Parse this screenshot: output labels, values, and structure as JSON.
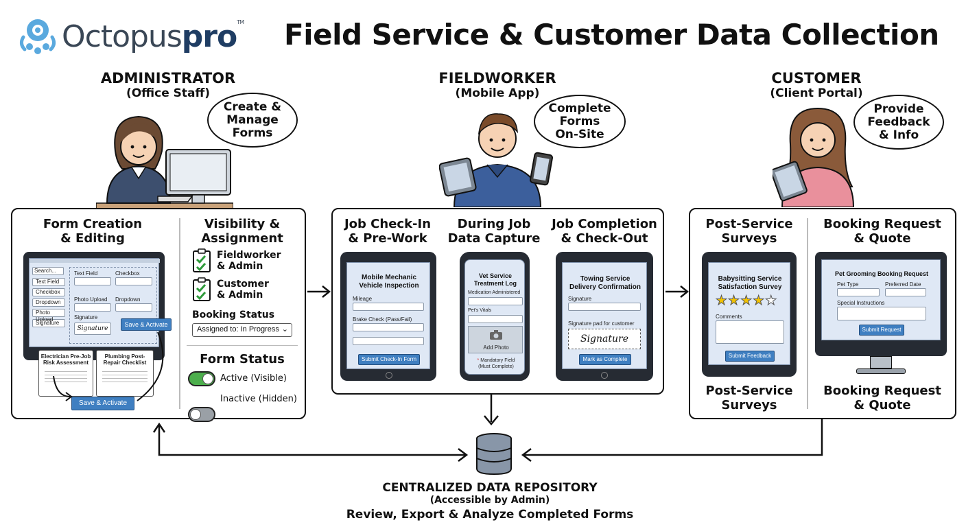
{
  "header": {
    "logo_main": "Octopus",
    "logo_bold": "pro",
    "logo_tm": "TM",
    "title": "Field Service & Customer Data Collection"
  },
  "roles": {
    "admin": {
      "title": "ADMINISTRATOR",
      "subtitle": "(Office Staff)",
      "bubble": [
        "Create &",
        "Manage",
        "Forms"
      ]
    },
    "field": {
      "title": "FIELDWORKER",
      "subtitle": "(Mobile App)",
      "bubble": [
        "Complete",
        "Forms",
        "On-Site"
      ]
    },
    "customer": {
      "title": "CUSTOMER",
      "subtitle": "(Client Portal)",
      "bubble": [
        "Provide",
        "Feedback",
        "& Info"
      ]
    }
  },
  "admin_panel": {
    "creation_heading": [
      "Form Creation",
      "& Editing"
    ],
    "builder": {
      "search": "Search...",
      "palette": [
        "Text Field",
        "Checkbox",
        "Dropdown",
        "Photo Upload",
        "Signature"
      ],
      "text_field": "Text Field",
      "checkbox": "Checkbox",
      "photo_upload": "Photo Upload",
      "dropdown": "Dropdown",
      "signature": "Signature",
      "signature_script": "Signature",
      "save_button": "Save & Activate"
    },
    "template_1": [
      "Electrician Pre-Job",
      "Risk Assessment"
    ],
    "template_2": [
      "Plumbing Post-",
      "Repair Checklist"
    ],
    "save_button_2": "Save & Activate",
    "visibility_heading": [
      "Visibility &",
      "Assignment"
    ],
    "assign_1": [
      "Fieldworker",
      "& Admin"
    ],
    "assign_2": [
      "Customer",
      "& Admin"
    ],
    "booking_status_label": "Booking Status",
    "booking_status_value": "Assigned to: In Progress",
    "form_status_label": "Form Status",
    "status_active": "Active (Visible)",
    "status_inactive": "Inactive (Hidden)"
  },
  "field_panel": {
    "col1_heading": [
      "Job Check-In",
      "& Pre-Work"
    ],
    "col2_heading": [
      "During Job",
      "Data Capture"
    ],
    "col3_heading": [
      "Job Completion",
      "& Check-Out"
    ],
    "tablet1": {
      "title": [
        "Mobile Mechanic",
        "Vehicle Inspection"
      ],
      "mileage": "Mileage",
      "brake": "Brake Check (Pass/Fail)",
      "button": "Submit Check-In Form"
    },
    "phone": {
      "title": [
        "Vet Service",
        "Treatment Log"
      ],
      "medication": "Medication Administered",
      "vitals": "Pet's Vitals",
      "photo": "Add Photo",
      "mandatory": [
        "Mandatory Field",
        "(Must Complete)"
      ]
    },
    "tablet3": {
      "title": [
        "Towing Service",
        "Delivery Confirmation"
      ],
      "signature": "Signature",
      "pad_label": "Signature pad for customer",
      "pad_script": "Signature",
      "button": "Mark as Complete"
    }
  },
  "customer_panel": {
    "col1_heading": [
      "Post-Service",
      "Surveys"
    ],
    "col2_heading": [
      "Booking Request",
      "& Quote"
    ],
    "survey": {
      "title": [
        "Babysitting Service",
        "Satisfaction Survey"
      ],
      "rating": 4,
      "rating_max": 5,
      "comments": "Comments",
      "button": "Submit Feedback"
    },
    "booking": {
      "title": "Pet Grooming Booking Request",
      "pet_type": "Pet Type",
      "preferred_date": "Preferred Date",
      "special": "Special Instructions",
      "button": "Submit Request"
    },
    "col1_footer": [
      "Post-Service",
      "Surveys"
    ],
    "col2_footer": [
      "Booking Request",
      "& Quote"
    ]
  },
  "repository": {
    "title": "CENTRALIZED DATA REPOSITORY",
    "subtitle": "(Accessible by Admin)",
    "description": "Review, Export & Analyze Completed Forms"
  },
  "colors": {
    "accent_blue": "#3f7fc1",
    "toggle_on": "#4cae4c",
    "star": "#f2c200",
    "check": "#2e9a3a"
  }
}
